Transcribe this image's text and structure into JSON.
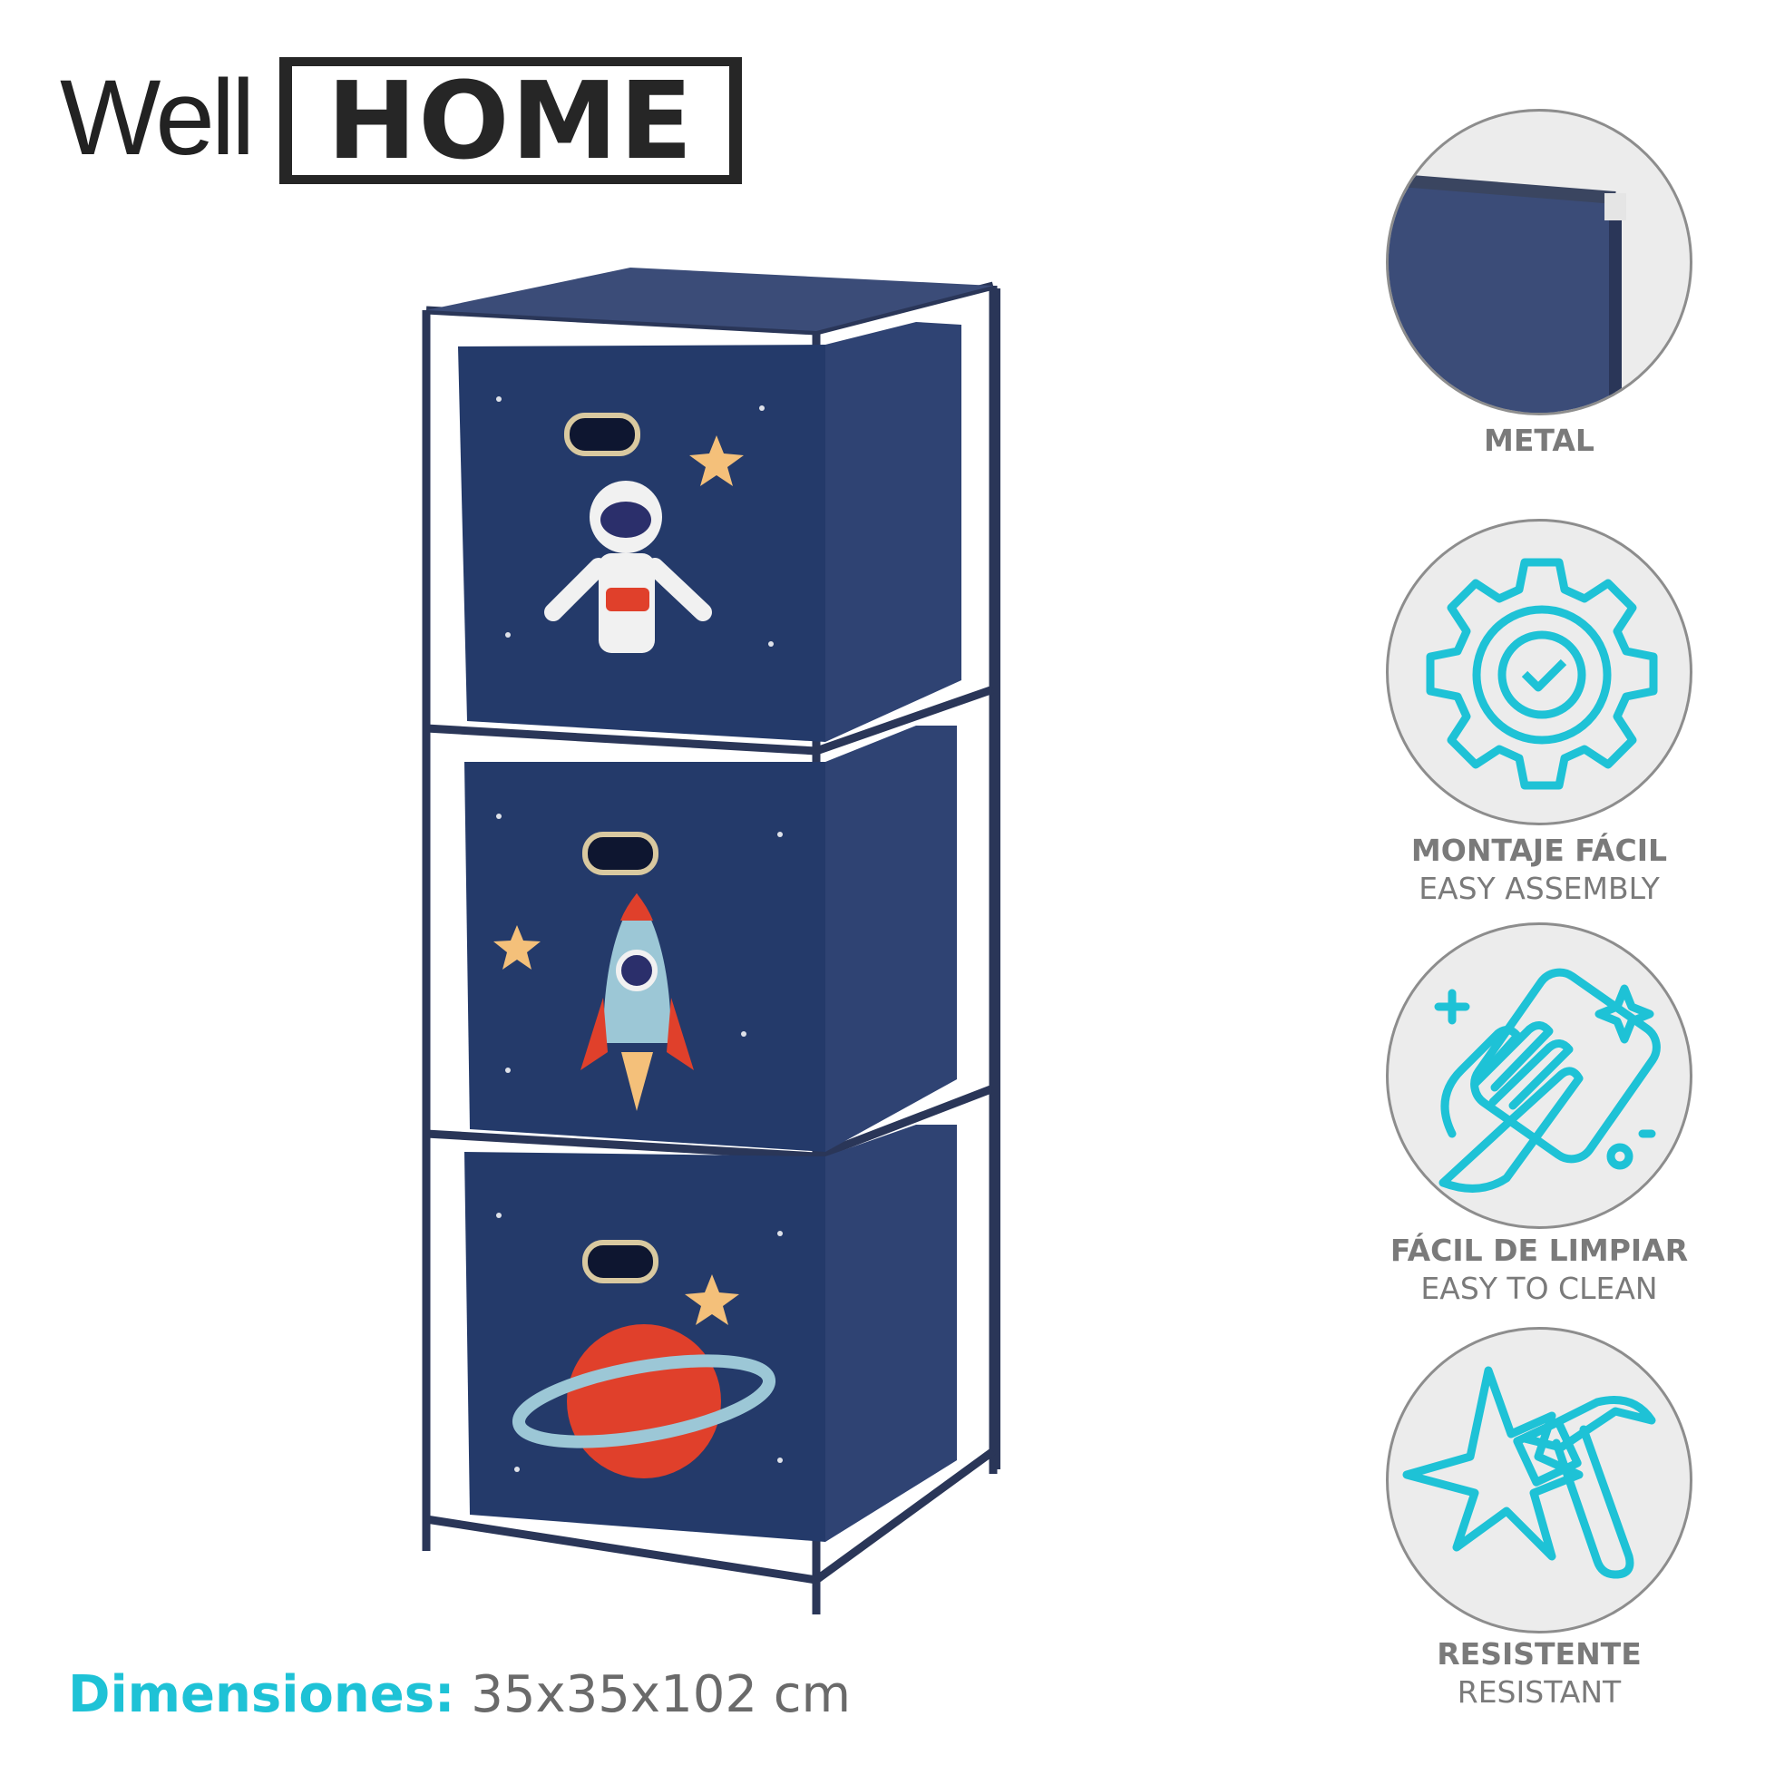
{
  "brand": {
    "logo_part1": "Well",
    "logo_part2": "HOME"
  },
  "features": [
    {
      "icon": "metal-corner-photo",
      "title": "METAL",
      "subtitle": ""
    },
    {
      "icon": "gear-check-icon",
      "title": "MONTAJE FÁCIL",
      "subtitle": "EASY ASSEMBLY"
    },
    {
      "icon": "hand-wipe-icon",
      "title": "FÁCIL DE LIMPIAR",
      "subtitle": "EASY TO CLEAN"
    },
    {
      "icon": "hammer-impact-icon",
      "title": "RESISTENTE",
      "subtitle": "RESISTANT"
    }
  ],
  "dimensions": {
    "label": "Dimensiones:",
    "value": "35x35x102 cm"
  },
  "colors": {
    "accent": "#1ec2d6",
    "fabric": "#2c3e6b",
    "text": "#6a6a6a"
  }
}
